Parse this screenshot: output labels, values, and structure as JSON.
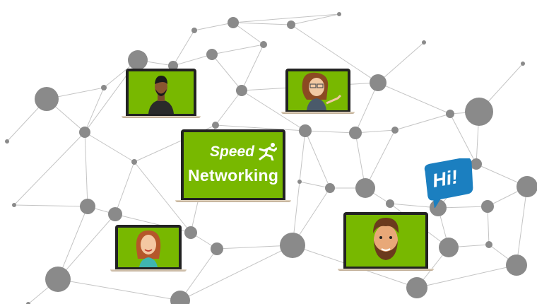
{
  "event": {
    "title_line1": "Speed",
    "title_line2": "Networking"
  },
  "bubble": {
    "text": "Hi!"
  },
  "colors": {
    "screen": "#78b800",
    "bubble": "#1b7fc0",
    "node": "#8a8a8a",
    "edge": "#c4c4c4"
  }
}
